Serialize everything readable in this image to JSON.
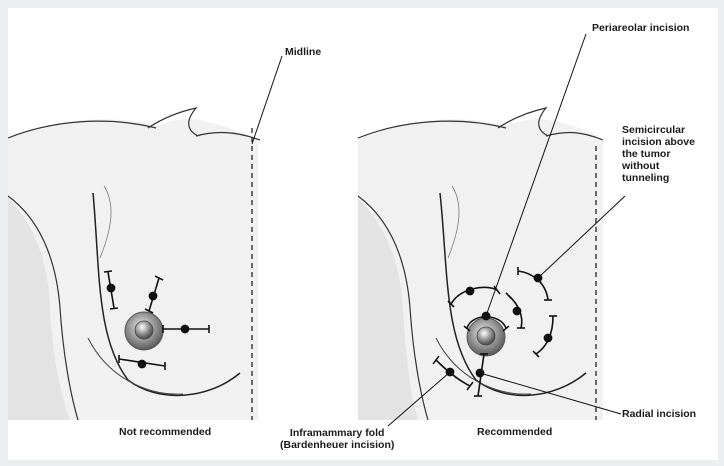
{
  "labels": {
    "midline": "Midline",
    "periareolar": "Periareolar incision",
    "semicircular": "Semicircular\nincision above\nthe tumor\nwithout\ntunneling",
    "radial": "Radial incision",
    "inframammary": "Inframammary fold\n(Bardenheuer incision)"
  },
  "captions": {
    "left": "Not recommended",
    "right": "Recommended"
  }
}
